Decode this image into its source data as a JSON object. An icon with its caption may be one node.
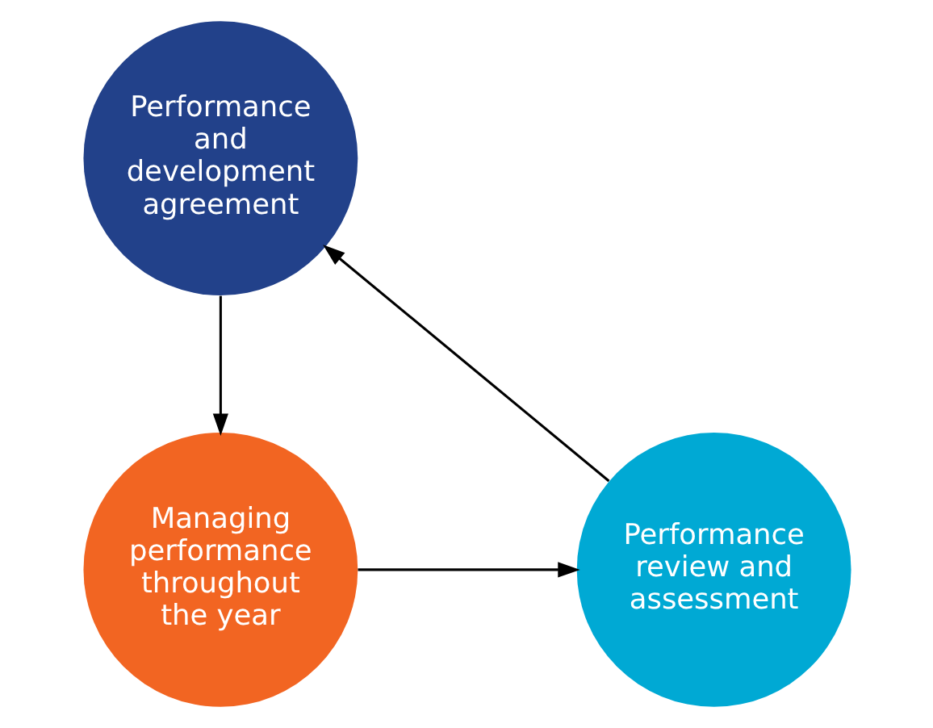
{
  "diagram": {
    "nodes": [
      {
        "text": [
          "Performance and development agreement"
        ]
      },
      {
        "text": [
          "Managing performance throughout the year"
        ]
      },
      {
        "text": [
          "Performance review and assessment"
        ]
      }
    ],
    "edges": [
      {
        "from": 0,
        "to": 1,
        "arrow": "to"
      },
      {
        "from": 1,
        "to": 2,
        "arrow": "to"
      },
      {
        "from": 2,
        "to": 0,
        "arrow": "to"
      }
    ]
  }
}
